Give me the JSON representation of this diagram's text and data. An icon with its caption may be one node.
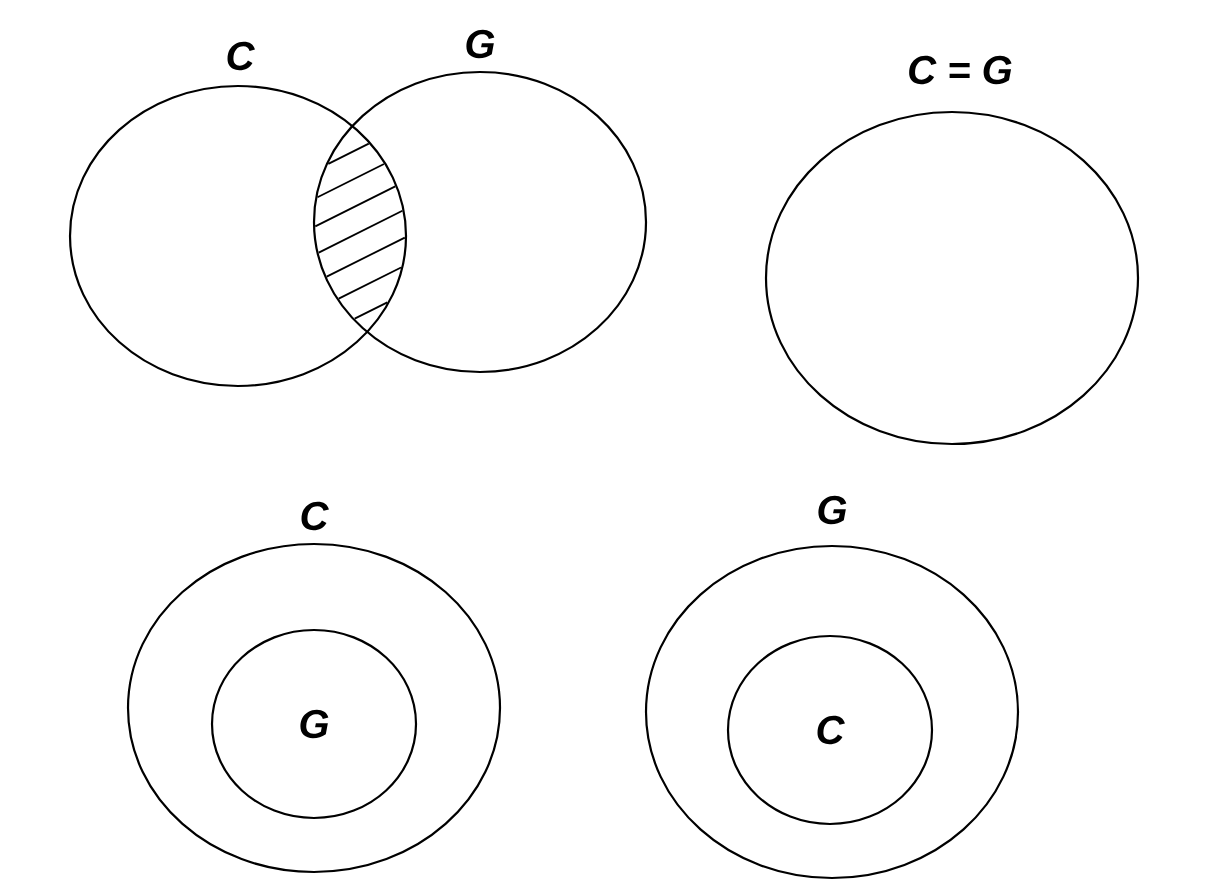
{
  "diagram": {
    "nodes": [
      {
        "text": [
          "C"
        ]
      },
      {
        "text": [
          "G"
        ]
      },
      {
        "text": [
          "C = G"
        ]
      },
      {
        "text": [
          "C"
        ]
      },
      {
        "text": [
          "G"
        ],
        "in": 3
      },
      {
        "text": [
          "G"
        ]
      },
      {
        "text": [
          "C"
        ],
        "in": 5
      }
    ]
  }
}
